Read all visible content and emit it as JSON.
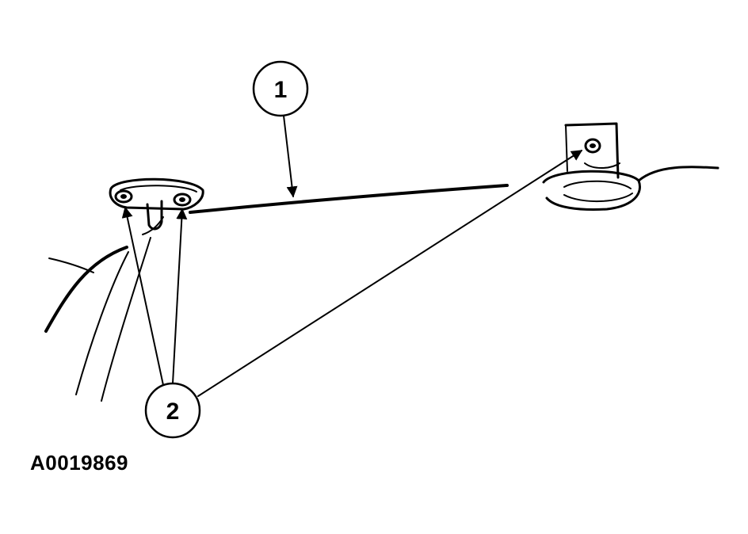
{
  "figure": {
    "reference_code": "A0019869",
    "callouts": [
      {
        "number": "1"
      },
      {
        "number": "2"
      }
    ],
    "colors": {
      "ink": "#000000",
      "background": "#ffffff"
    }
  }
}
